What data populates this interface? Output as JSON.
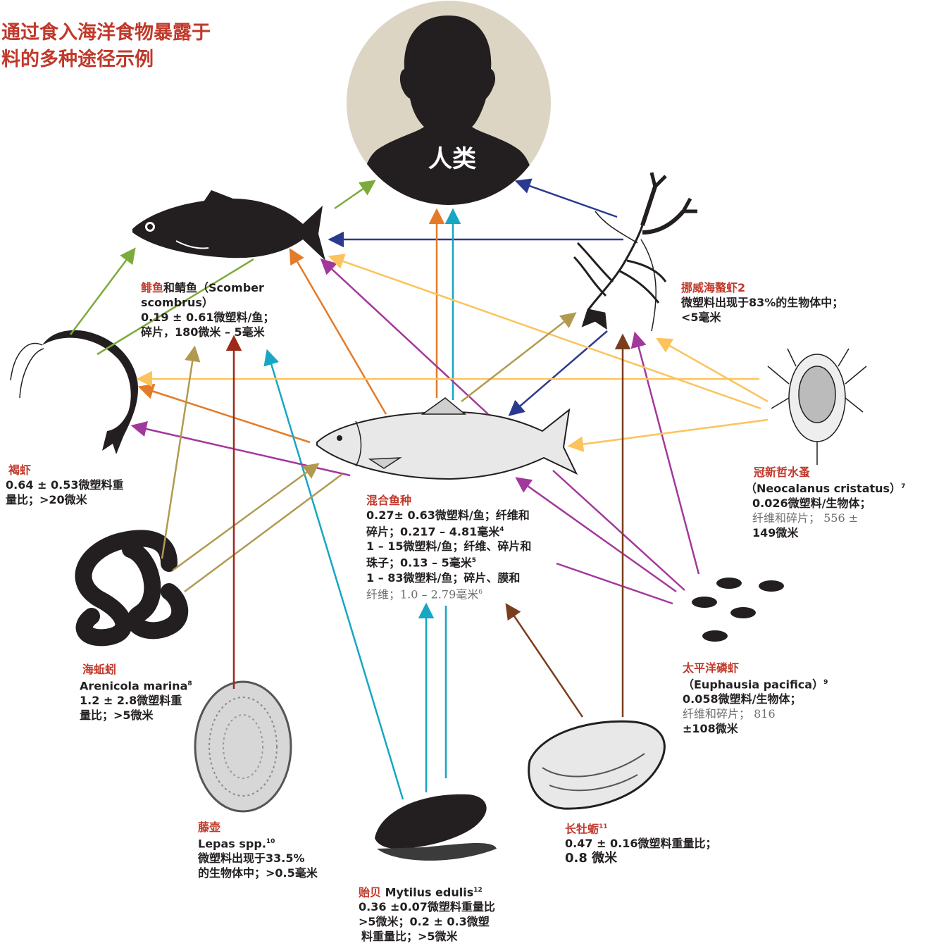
{
  "title": "通过食入海洋食物暴露于\n料的多种途径示例",
  "human": {
    "label": "人类"
  },
  "colors": {
    "accent_red": "#c0392b",
    "green": "#7cab3b",
    "navy": "#2b3990",
    "orange": "#e37b29",
    "cyan": "#17a6c3",
    "purple": "#a3389c",
    "yellow": "#fcc35c",
    "olive": "#b19a50",
    "darkred": "#9b2a1a",
    "brown": "#7a3e1d"
  },
  "species": {
    "herring": {
      "name": "鲱鱼",
      "name_rest": "和鲭鱼（Scomber scombrus）",
      "line1": "0.19 ± 0.61微塑料/鱼；",
      "line2": "碎片，180微米 – 5毫米"
    },
    "lobster": {
      "name": "挪威海螯虾2",
      "line1": "微塑料出现于83%的生物体中；",
      "line2": "<5毫米"
    },
    "shrimp": {
      "name": "褐虾",
      "line1": "0.64 ± 0.53微塑料重",
      "line2": "量比；>20微米"
    },
    "copepod": {
      "name": "冠新哲水蚤",
      "line1": "（Neocalanus cristatus）",
      "sup": "7",
      "line2": "0.026微塑料/生物体；",
      "line3": "纤维和碎片； 556 ±",
      "line4": "149微米"
    },
    "mixed_fish": {
      "name": "混合鱼种",
      "line1": "0.27± 0.63微塑料/鱼；纤维和",
      "line2": "碎片；0.217 – 4.81毫米",
      "sup2": "4",
      "line3": "1 – 15微塑料/鱼；纤维、碎片和",
      "line4": "珠子；0.13 – 5毫米",
      "sup4": "5",
      "line5": "1 – 83微塑料/鱼；碎片、膜和",
      "line6": "纤维；1.0 – 2.79毫米",
      "sup6": "6"
    },
    "lugworm": {
      "name": "海蚯蚓",
      "line1": "Arenicola marina",
      "sup": "8",
      "line2": "1.2 ± 2.8微塑料重",
      "line3": "量比；>5微米"
    },
    "krill": {
      "name": "太平洋磷虾",
      "line1": "（Euphausia pacifica）",
      "sup": "9",
      "line2": "0.058微塑料/生物体；",
      "line3": "纤维和碎片； 816",
      "line4": "±108微米"
    },
    "barnacle": {
      "name": "藤壶",
      "line1": "Lepas spp.",
      "sup": "10",
      "line2": "微塑料出现于33.5%",
      "line3": "的生物体中；>0.5毫米"
    },
    "oyster": {
      "name": "长牡蛎",
      "sup": "11",
      "line1": "0.47 ± 0.16微塑料重量比；",
      "line2": "0.8 微米"
    },
    "mussel": {
      "name": "贻贝",
      "latin": "Mytilus edulis",
      "sup": "12",
      "line1": "0.36 ±0.07微塑料重量比",
      "line2": ">5微米；0.2 ± 0.3微塑",
      "line3": "料重量比；>5微米"
    }
  }
}
